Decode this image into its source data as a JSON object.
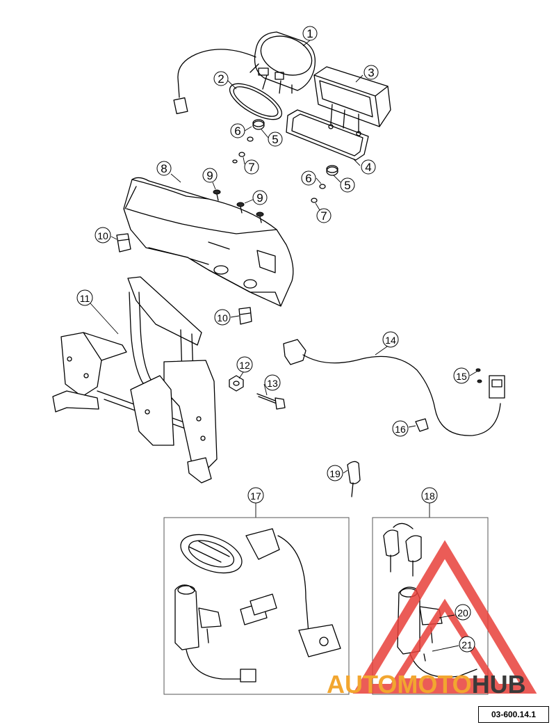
{
  "callouts": [
    {
      "id": "1",
      "label": "1"
    },
    {
      "id": "2",
      "label": "2"
    },
    {
      "id": "3",
      "label": "3"
    },
    {
      "id": "4",
      "label": "4"
    },
    {
      "id": "5a",
      "label": "5"
    },
    {
      "id": "5b",
      "label": "5"
    },
    {
      "id": "6a",
      "label": "6"
    },
    {
      "id": "6b",
      "label": "6"
    },
    {
      "id": "7a",
      "label": "7"
    },
    {
      "id": "7b",
      "label": "7"
    },
    {
      "id": "8",
      "label": "8"
    },
    {
      "id": "9a",
      "label": "9"
    },
    {
      "id": "9b",
      "label": "9"
    },
    {
      "id": "10a",
      "label": "10"
    },
    {
      "id": "10b",
      "label": "10"
    },
    {
      "id": "11",
      "label": "11"
    },
    {
      "id": "12",
      "label": "12"
    },
    {
      "id": "13",
      "label": "13"
    },
    {
      "id": "14",
      "label": "14"
    },
    {
      "id": "15",
      "label": "15"
    },
    {
      "id": "16",
      "label": "16"
    },
    {
      "id": "17",
      "label": "17"
    },
    {
      "id": "18",
      "label": "18"
    },
    {
      "id": "19",
      "label": "19"
    },
    {
      "id": "20",
      "label": "20"
    },
    {
      "id": "21",
      "label": "21"
    }
  ],
  "watermark": {
    "part1": "AUTO",
    "part2": "MOTO",
    "part3": "HUB",
    "color_primary": "#e8403a",
    "color_secondary": "#f2a630",
    "color_dark": "#3a3a3a"
  },
  "part_number": "03-600.14.1"
}
